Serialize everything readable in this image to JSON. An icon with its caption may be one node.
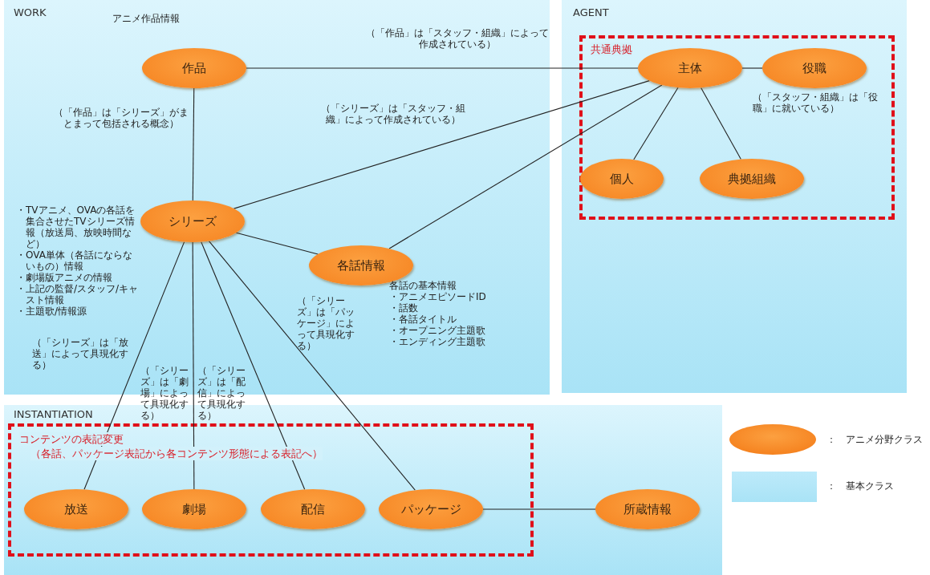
{
  "diagram": {
    "nodes": [
      {
        "text": [
          "WORK"
        ]
      },
      {
        "text": [
          "作品"
        ],
        "in": 0,
        "beside": [
          "アニメ作品情報"
        ]
      },
      {
        "text": [
          "シリーズ"
        ],
        "in": 0,
        "beside": [
          "・TVアニメ、OVAの各話を集合させたTVシリーズ情報（放送局、放映時間など）",
          "・OVA単体（各話にならないもの）情報",
          "・劇場版アニメの情報",
          "・上記の監督/スタッフ/キャスト情報",
          "・主題歌/情報源"
        ]
      },
      {
        "text": [
          "各話情報"
        ],
        "in": 0,
        "beside": [
          "各話の基本情報",
          "・アニメエピソードID",
          "・話数",
          "・各話タイトル",
          "・オープニング主題歌",
          "・エンディング主題歌"
        ]
      },
      {
        "text": [
          "AGENT"
        ]
      },
      {
        "text": [
          "共通典拠"
        ],
        "in": 4
      },
      {
        "text": [
          "主体"
        ],
        "in": 5
      },
      {
        "text": [
          "役職"
        ],
        "in": 5
      },
      {
        "text": [
          "個人"
        ],
        "in": 5
      },
      {
        "text": [
          "典拠組織"
        ],
        "in": 5
      },
      {
        "text": [
          "INSTANTIATION"
        ]
      },
      {
        "text": [
          "コンテンツの表記変更",
          "（各話、パッケージ表記から各コンテンツ形態による表記へ）"
        ],
        "in": 10
      },
      {
        "text": [
          "放送"
        ],
        "in": 11
      },
      {
        "text": [
          "劇場"
        ],
        "in": 11
      },
      {
        "text": [
          "配信"
        ],
        "in": 11
      },
      {
        "text": [
          "パッケージ"
        ],
        "in": 11
      },
      {
        "text": [
          "所蔵情報"
        ],
        "in": 10
      }
    ],
    "edges": [
      {
        "from": 1,
        "to": 6,
        "arrow": "none",
        "label": "（「作品」は「スタッフ・組織」によって作成されている）"
      },
      {
        "from": 1,
        "to": 2,
        "arrow": "none",
        "label": "（「作品」は「シリーズ」がまとまって包括される概念）"
      },
      {
        "from": 2,
        "to": 6,
        "arrow": "none",
        "label": "（「シリーズ」は「スタッフ・組織」によって作成されている）"
      },
      {
        "from": 3,
        "to": 6,
        "arrow": "none"
      },
      {
        "from": 2,
        "to": 3,
        "arrow": "none"
      },
      {
        "from": 6,
        "to": 7,
        "arrow": "none",
        "label": "（「スタッフ・組織」は「役職」に就いている）"
      },
      {
        "from": 6,
        "to": 8,
        "arrow": "none"
      },
      {
        "from": 6,
        "to": 9,
        "arrow": "none"
      },
      {
        "from": 2,
        "to": 12,
        "arrow": "none",
        "label": "（「シリーズ」は「放送」によって具現化する）"
      },
      {
        "from": 2,
        "to": 13,
        "arrow": "none",
        "label": "（「シリーズ」は「劇場」によって具現化する）"
      },
      {
        "from": 2,
        "to": 14,
        "arrow": "none",
        "label": "（「シリーズ」は「配信」によって具現化する）"
      },
      {
        "from": 2,
        "to": 15,
        "arrow": "none",
        "label": "（「シリーズ」は「パッケージ」によって具現化する）"
      },
      {
        "from": 15,
        "to": 16,
        "arrow": "none"
      }
    ],
    "legend": [
      {
        "text": "：　アニメ分野クラス"
      },
      {
        "text": "：　基本クラス",
        "color": "#bdeafa"
      }
    ]
  }
}
